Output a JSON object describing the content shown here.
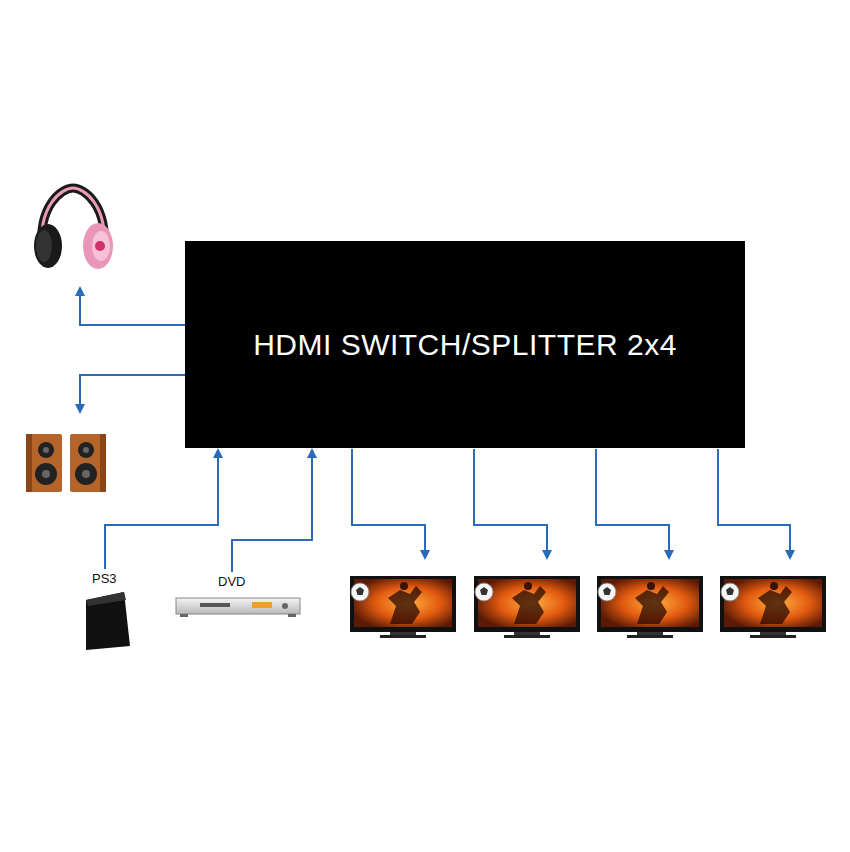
{
  "diagram": {
    "nodes": [
      {
        "text": [
          "HDMI SWITCH/SPLITTER 2x4"
        ]
      },
      {
        "text": [
          "PS3"
        ]
      },
      {
        "text": [
          "DVD"
        ]
      }
    ],
    "edges": [
      {
        "from": 1,
        "to": 0,
        "arrow": "to"
      },
      {
        "from": 2,
        "to": 0,
        "arrow": "to"
      }
    ]
  }
}
